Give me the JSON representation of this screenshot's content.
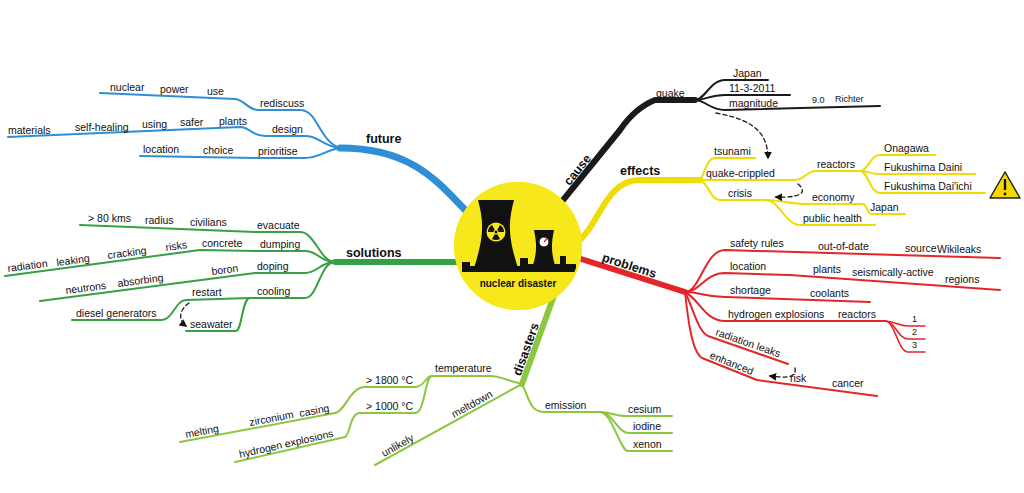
{
  "diagram": {
    "nodes": [
      {
        "text": [
          "nuclear disaster"
        ]
      }
    ],
    "labels": [
      "future",
      "rediscuss",
      "use",
      "power",
      "nuclear",
      "design",
      "plants",
      "safer",
      "using",
      "self-healing",
      "materials",
      "prioritise",
      "choice",
      "location",
      "cause",
      "quake",
      "Japan",
      "11-3-2011",
      "magnitude",
      "9.0",
      "Richter",
      "effects",
      "tsunami",
      "quake-crippled",
      "reactors",
      "Onagawa",
      "Fukushima Daini",
      "Fukushima Dai'ichi",
      "crisis",
      "economy",
      "Japan",
      "public health",
      "problems",
      "safety rules",
      "out-of-date",
      "source",
      "Wikileaks",
      "location",
      "plants",
      "seismically-active",
      "regions",
      "shortage",
      "coolants",
      "hydrogen explosions",
      "reactors",
      "1",
      "2",
      "3",
      "radiation leaks",
      "enhanced",
      "risk",
      "cancer",
      "disasters",
      "temperature",
      "> 1800 °C",
      "casing",
      "zirconium",
      "melting",
      "> 1000 °C",
      "hydrogen explosions",
      "meltdown",
      "unlikely",
      "emission",
      "cesium",
      "iodine",
      "xenon",
      "solutions",
      "evacuate",
      "civilians",
      "radius",
      "> 80 kms",
      "dumping",
      "concrete",
      "risks",
      "cracking",
      "leaking",
      "radiation",
      "doping",
      "boron",
      "absorbing",
      "neutrons",
      "cooling",
      "restart",
      "diesel generators",
      "seawater"
    ]
  }
}
